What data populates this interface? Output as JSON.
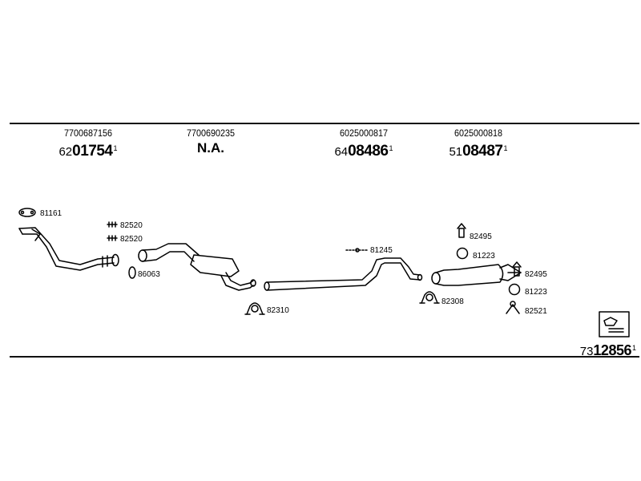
{
  "parts": [
    {
      "oem": "7700687156",
      "ref_prefix": "62",
      "ref_main": "01754",
      "ref_suffix": "1",
      "na": ""
    },
    {
      "oem": "7700690235",
      "ref_prefix": "",
      "ref_main": "",
      "ref_suffix": "",
      "na": "N.A."
    },
    {
      "oem": "6025000817",
      "ref_prefix": "64",
      "ref_main": "08486",
      "ref_suffix": "1",
      "na": ""
    },
    {
      "oem": "6025000818",
      "ref_prefix": "51",
      "ref_main": "08487",
      "ref_suffix": "1",
      "na": ""
    }
  ],
  "labels": {
    "gasket_front": "81161",
    "bolt_a": "82520",
    "bolt_b": "82520",
    "ring_front": "86063",
    "clamp_mid": "82310",
    "hanger_mid": "81245",
    "clamp_rear": "82308",
    "bolt_rear_top": "82495",
    "ring_rear_top": "81223",
    "bolt_rear": "82495",
    "ring_rear": "81223",
    "hanger_rear": "82521"
  },
  "kit": {
    "prefix": "73",
    "main": "12856",
    "suffix": "1"
  },
  "icons": {
    "kit_box": "kit-box-icon"
  }
}
